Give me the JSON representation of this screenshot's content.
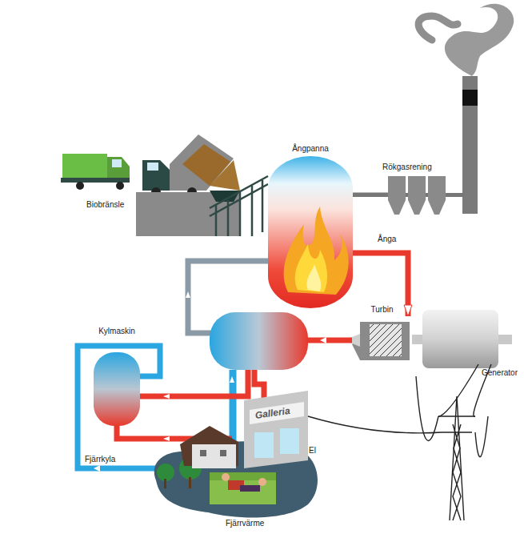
{
  "diagram": {
    "nodes": [
      {
        "text": [
          "Ångpanna"
        ]
      },
      {
        "text": [
          "Rökgasrening"
        ]
      },
      {
        "text": [
          "Turbin"
        ]
      },
      {
        "text": [
          "Generator"
        ]
      },
      {
        "text": [
          "Kylmaskin"
        ]
      }
    ],
    "edges": [
      {
        "from": 0,
        "to": 1,
        "arrow": "none"
      },
      {
        "from": 0,
        "to": 2,
        "arrow": "to",
        "label": "Ånga"
      },
      {
        "from": 2,
        "to": 3,
        "arrow": "none"
      }
    ],
    "labels": [
      "Biobränsle",
      "Galleria",
      "El",
      "Fjärrkyla",
      "Fjärrvärme"
    ]
  }
}
